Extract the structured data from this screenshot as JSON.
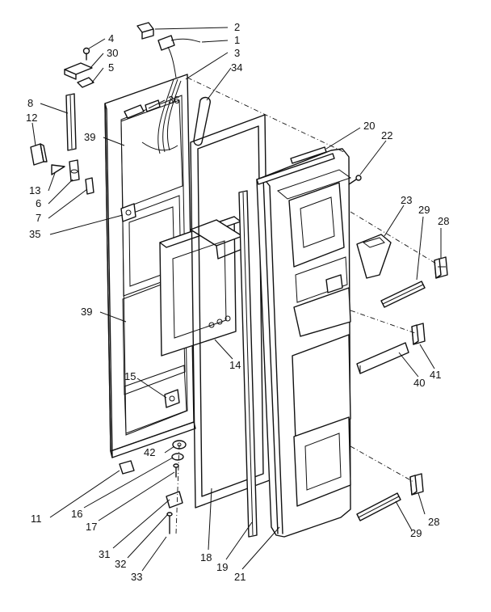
{
  "callouts": [
    {
      "id": "2",
      "text": "2"
    },
    {
      "id": "1",
      "text": "1"
    },
    {
      "id": "4",
      "text": "4"
    },
    {
      "id": "30",
      "text": "30"
    },
    {
      "id": "3",
      "text": "3"
    },
    {
      "id": "5",
      "text": "5"
    },
    {
      "id": "34",
      "text": "34"
    },
    {
      "id": "36",
      "text": "36"
    },
    {
      "id": "8",
      "text": "8"
    },
    {
      "id": "12",
      "text": "12"
    },
    {
      "id": "20",
      "text": "20"
    },
    {
      "id": "22",
      "text": "22"
    },
    {
      "id": "39a",
      "text": "39"
    },
    {
      "id": "13",
      "text": "13"
    },
    {
      "id": "6",
      "text": "6"
    },
    {
      "id": "7",
      "text": "7"
    },
    {
      "id": "23",
      "text": "23"
    },
    {
      "id": "29a",
      "text": "29"
    },
    {
      "id": "28a",
      "text": "28"
    },
    {
      "id": "35",
      "text": "35"
    },
    {
      "id": "39b",
      "text": "39"
    },
    {
      "id": "14",
      "text": "14"
    },
    {
      "id": "41",
      "text": "41"
    },
    {
      "id": "40",
      "text": "40"
    },
    {
      "id": "15",
      "text": "15"
    },
    {
      "id": "42",
      "text": "42"
    },
    {
      "id": "11",
      "text": "11"
    },
    {
      "id": "16",
      "text": "16"
    },
    {
      "id": "17",
      "text": "17"
    },
    {
      "id": "31",
      "text": "31"
    },
    {
      "id": "32",
      "text": "32"
    },
    {
      "id": "33",
      "text": "33"
    },
    {
      "id": "18",
      "text": "18"
    },
    {
      "id": "19",
      "text": "19"
    },
    {
      "id": "21",
      "text": "21"
    },
    {
      "id": "28b",
      "text": "28"
    },
    {
      "id": "29b",
      "text": "29"
    }
  ]
}
